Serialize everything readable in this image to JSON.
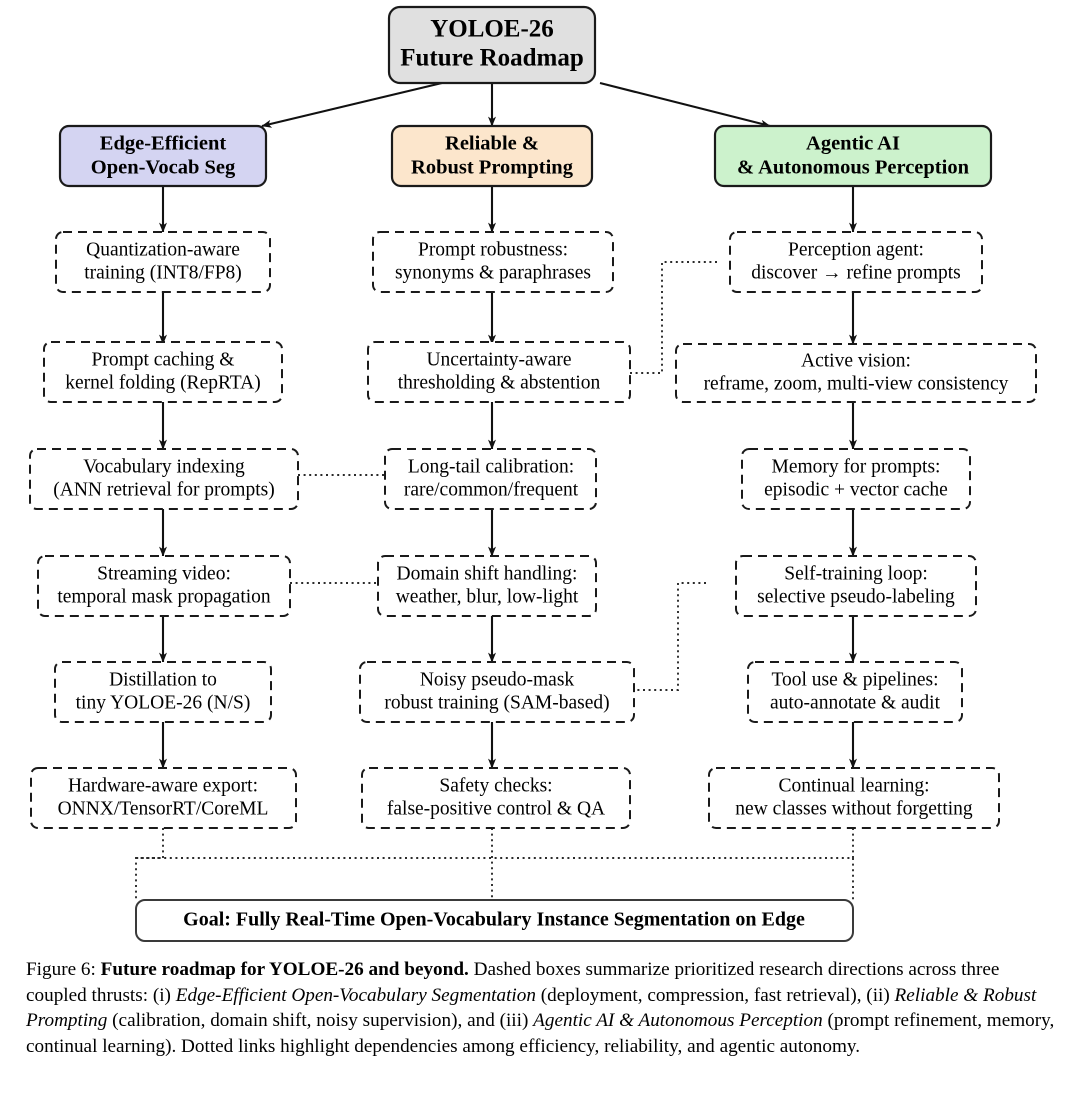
{
  "figure": {
    "root": {
      "id": "root",
      "lines": [
        "YOLOE-26",
        "Future Roadmap"
      ],
      "fill": "#e0e0e0"
    },
    "pillars": [
      {
        "id": "pillar-edge",
        "lines": [
          "Edge-Efficient",
          "Open-Vocab Seg"
        ],
        "fill": "#d4d4f2"
      },
      {
        "id": "pillar-reliable",
        "lines": [
          "Reliable &",
          "Robust Prompting"
        ],
        "fill": "#fce6cc"
      },
      {
        "id": "pillar-agentic",
        "lines": [
          "Agentic AI",
          "& Autonomous Perception"
        ],
        "fill": "#ccf2cc"
      }
    ],
    "columns": [
      {
        "id": "column-edge-efficient",
        "items": [
          {
            "id": "quantization-aware-training",
            "lines": [
              "Quantization-aware",
              "training (INT8/FP8)"
            ]
          },
          {
            "id": "prompt-caching-kernel-folding",
            "lines": [
              "Prompt caching &",
              "kernel folding (RepRTA)"
            ]
          },
          {
            "id": "vocabulary-indexing",
            "lines": [
              "Vocabulary indexing",
              "(ANN retrieval for prompts)"
            ]
          },
          {
            "id": "streaming-video",
            "lines": [
              "Streaming video:",
              "temporal mask propagation"
            ]
          },
          {
            "id": "distillation-tiny-yoloe",
            "lines": [
              "Distillation to",
              "tiny YOLOE-26 (N/S)"
            ]
          },
          {
            "id": "hardware-aware-export",
            "lines": [
              "Hardware-aware export:",
              "ONNX/TensorRT/CoreML"
            ]
          }
        ]
      },
      {
        "id": "column-reliable-robust",
        "items": [
          {
            "id": "prompt-robustness",
            "lines": [
              "Prompt robustness:",
              "synonyms & paraphrases"
            ]
          },
          {
            "id": "uncertainty-aware-thresholding",
            "lines": [
              "Uncertainty-aware",
              "thresholding & abstention"
            ]
          },
          {
            "id": "long-tail-calibration",
            "lines": [
              "Long-tail calibration:",
              "rare/common/frequent"
            ]
          },
          {
            "id": "domain-shift-handling",
            "lines": [
              "Domain shift handling:",
              "weather, blur, low-light"
            ]
          },
          {
            "id": "noisy-pseudo-mask",
            "lines": [
              "Noisy pseudo-mask",
              "robust training (SAM-based)"
            ]
          },
          {
            "id": "safety-checks",
            "lines": [
              "Safety checks:",
              "false-positive control & QA"
            ]
          }
        ]
      },
      {
        "id": "column-agentic-ai",
        "items": [
          {
            "id": "perception-agent",
            "lines": [
              "Perception agent:",
              "discover → refine prompts"
            ]
          },
          {
            "id": "active-vision",
            "lines": [
              "Active vision:",
              "reframe, zoom, multi-view consistency"
            ]
          },
          {
            "id": "memory-for-prompts",
            "lines": [
              "Memory for prompts:",
              "episodic + vector cache"
            ]
          },
          {
            "id": "self-training-loop",
            "lines": [
              "Self-training loop:",
              "selective pseudo-labeling"
            ]
          },
          {
            "id": "tool-use-pipelines",
            "lines": [
              "Tool use & pipelines:",
              "auto-annotate & audit"
            ]
          },
          {
            "id": "continual-learning",
            "lines": [
              "Continual learning:",
              "new classes without forgetting"
            ]
          }
        ]
      }
    ],
    "goal": {
      "id": "goal-box",
      "text": "Goal: Fully Real-Time Open-Vocabulary Instance Segmentation on Edge",
      "fill": "#ffffff"
    }
  },
  "caption": {
    "figure_label": "Figure 6:",
    "title": "Future roadmap for YOLOE-26 and beyond.",
    "body_1": " Dashed boxes summarize prioritized research directions across three coupled thrusts: (i) ",
    "em_1": "Edge-Efficient Open-Vocabulary Segmentation",
    "body_2": " (deployment, compression, fast retrieval), (ii) ",
    "em_2": "Reliable & Robust Prompting",
    "body_3": " (calibration, domain shift, noisy supervision), and (iii) ",
    "em_3": "Agentic AI & Autonomous Perception",
    "body_4": " (prompt refinement, memory, continual learning). Dotted links highlight dependencies among efficiency, reliability, and agentic autonomy."
  }
}
